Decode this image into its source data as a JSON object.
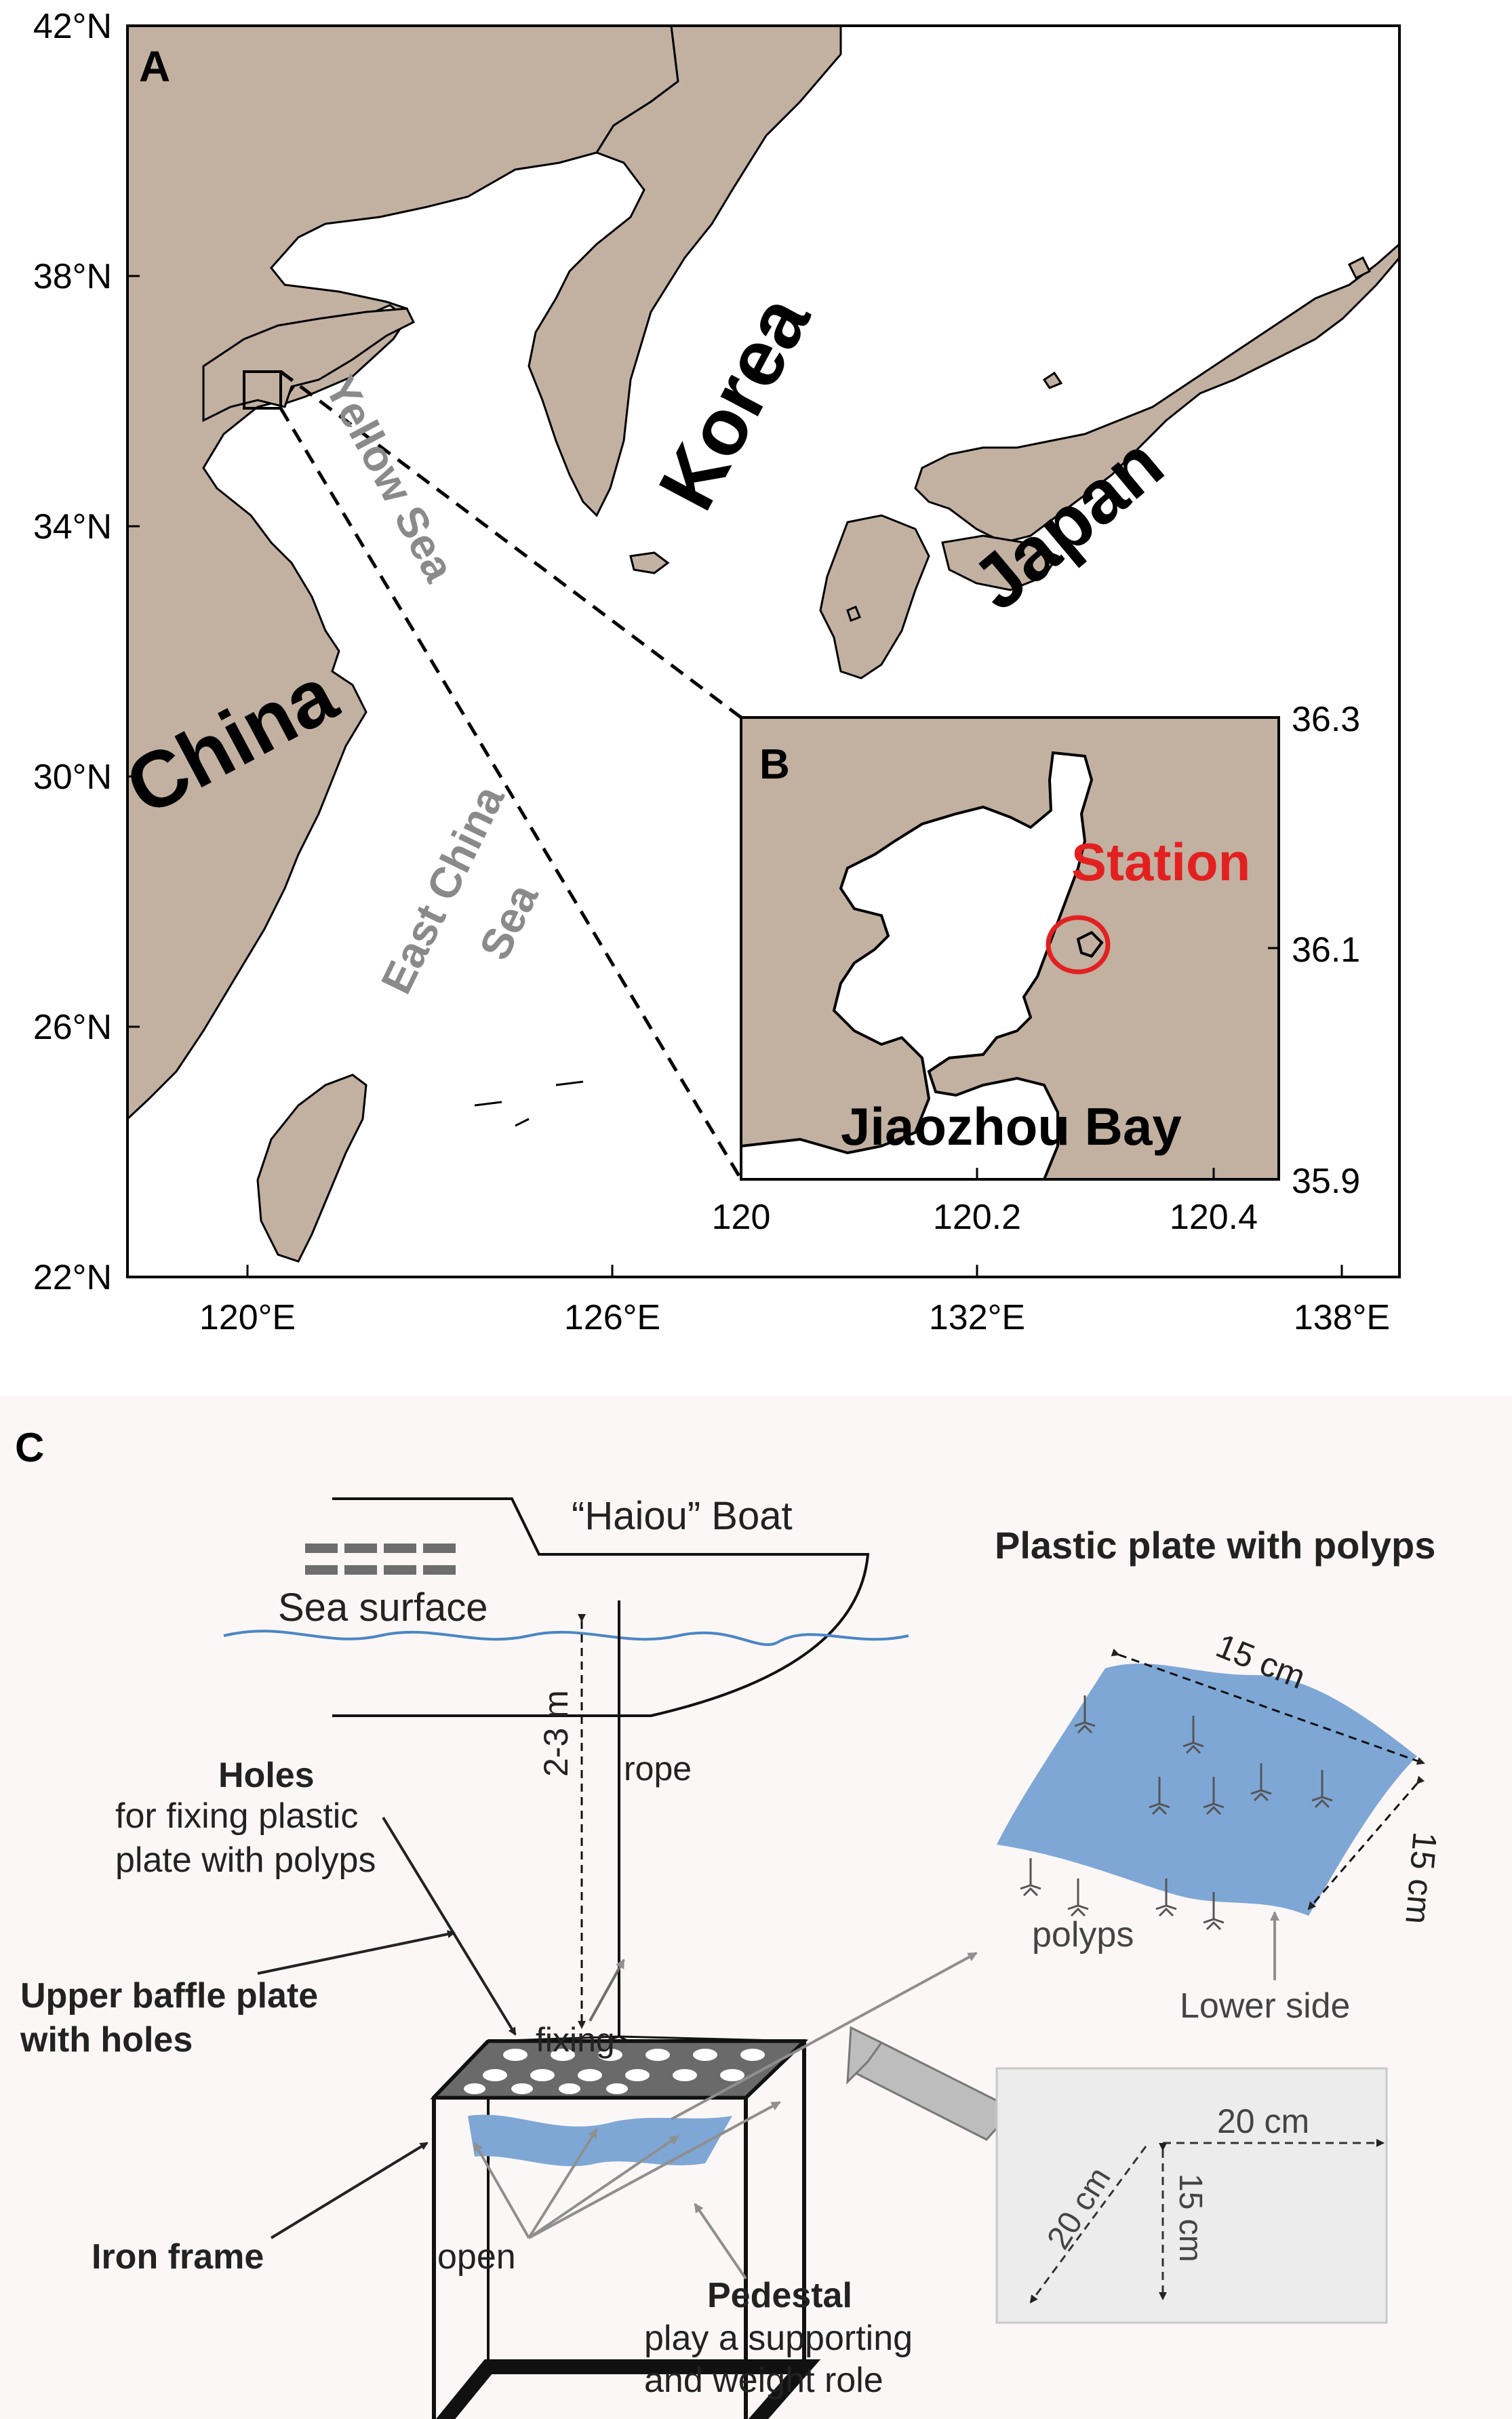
{
  "panel_a": {
    "label": "A",
    "lat_ticks": [
      "42°N",
      "38°N",
      "34°N",
      "30°N",
      "26°N",
      "22°N"
    ],
    "lon_ticks": [
      "120°E",
      "126°E",
      "132°E",
      "138°E"
    ],
    "countries": {
      "china": "China",
      "korea": "Korea",
      "japan": "Japan"
    },
    "seas": {
      "yellow": "Yellow Sea",
      "east_china_1": "East China",
      "east_china_2": "Sea"
    },
    "colors": {
      "land": "#c2b1a1",
      "sea": "#ffffff",
      "frame": "#000000"
    }
  },
  "panel_b": {
    "label": "B",
    "x_ticks": [
      "120",
      "120.2",
      "120.4"
    ],
    "y_ticks": [
      "36.3",
      "36.1",
      "35.9"
    ],
    "station": "Station",
    "bay": "Jiaozhou Bay",
    "colors": {
      "station": "#e32020"
    }
  },
  "panel_c": {
    "label": "C",
    "boat": "“Haiou”  Boat",
    "sea_surface": "Sea surface",
    "depth": "2-3 m",
    "rope": "rope",
    "holes_title": "Holes",
    "holes_desc_1": "for fixing plastic",
    "holes_desc_2": "plate with polyps",
    "upper_1": "Upper baffle plate",
    "upper_2": "with holes",
    "fixing": "fixing",
    "iron_frame": "Iron frame",
    "open": "open",
    "pedestal_title": "Pedestal",
    "pedestal_desc_1": "play a supporting",
    "pedestal_desc_2": "and weight role",
    "plate_title": "Plastic plate with polyps",
    "dim_15_top": "15 cm",
    "dim_15_side": "15 cm",
    "polyps": "polyps",
    "lower_side": "Lower side",
    "dim_20_h": "20 cm",
    "dim_20_diag": "20 cm",
    "dim_15_v": "15 cm",
    "colors": {
      "water": "#4a86c5",
      "plate": "#7ea7d6",
      "panel_bg": "#fbf7f7",
      "box_bg": "#ececec"
    }
  }
}
